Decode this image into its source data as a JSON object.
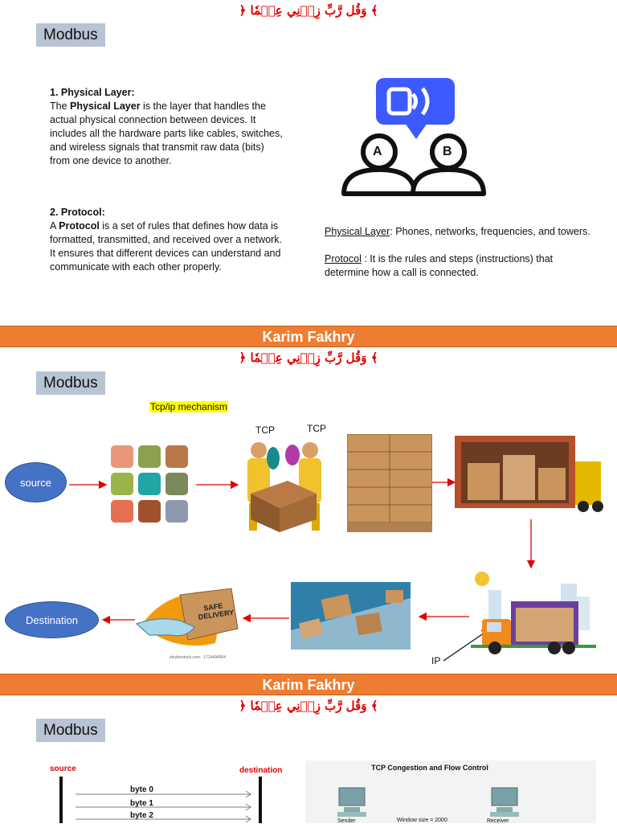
{
  "arabic_verse": "﴿ وَقُل رَّبِّ زِدۡنِي عِلۡمٗا ﴾",
  "slide1": {
    "tag": "Modbus",
    "physical_heading": "1. Physical Layer:",
    "physical_pre": "The ",
    "physical_bold": "Physical Layer",
    "physical_post": " is the layer that handles the actual physical connection between devices. It includes all the hardware parts like cables, switches, and wireless signals that transmit raw data (bits) from one device to another.",
    "protocol_heading": "2. Protocol:",
    "protocol_pre": "A ",
    "protocol_bold": "Protocol",
    "protocol_post": " is a set of rules that defines how data is formatted, transmitted, and received over a network. It ensures that different devices can understand and communicate with each other properly.",
    "icon_label_a": "A",
    "icon_label_b": "B",
    "right_physical_term": "Physical Layer",
    "right_physical_text": ": Phones, networks, frequencies, and towers.",
    "right_protocol_term": "Protocol",
    "right_protocol_text": " : It is the rules and steps (instructions) that determine how a call is connected."
  },
  "banner_name": "Karim Fakhry",
  "slide2": {
    "tag": "Modbus",
    "highlight": "Tcp/ip mechanism",
    "source": "source",
    "destination": "Destination",
    "tcp_1": "TCP",
    "tcp_2": "TCP",
    "ip": "IP",
    "box_text": "SAFE DELIVERY",
    "stock_caption": "shutterstock.com · 1714494904"
  },
  "slide3": {
    "tag": "Modbus",
    "source": "source",
    "destination": "destination",
    "bytes": [
      "byte 0",
      "byte 1",
      "byte 2"
    ],
    "congestion_title": "TCP Congestion and Flow Control",
    "sender": "Sender",
    "window": "Window size = 2000",
    "receiver": "Receiver"
  },
  "colors": {
    "banner": "#ee7d31",
    "arabic": "#e00000",
    "modbus_box": "#b8c3d3",
    "ellipse": "#4472c4",
    "icon_blue": "#3d5afe",
    "arrow_red": "#e00000"
  }
}
